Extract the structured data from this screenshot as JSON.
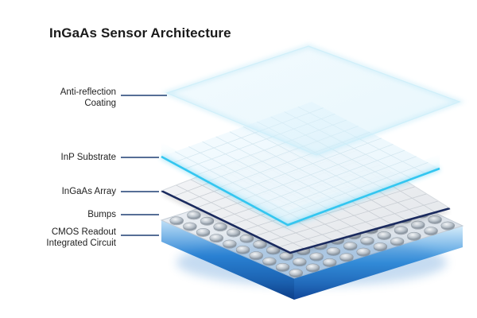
{
  "title": "InGaAs Sensor Architecture",
  "layers": [
    {
      "key": "arc",
      "lines": [
        "Anti-reflection",
        "Coating"
      ]
    },
    {
      "key": "inp",
      "lines": [
        "InP Substrate"
      ]
    },
    {
      "key": "array",
      "lines": [
        "InGaAs Array"
      ]
    },
    {
      "key": "bumps",
      "lines": [
        "Bumps"
      ]
    },
    {
      "key": "cmos",
      "lines": [
        "CMOS Readout",
        "Integrated Circuit"
      ]
    }
  ],
  "colors": {
    "leader_line": "#1e3f73",
    "cyan_glow": "#34c6f0",
    "navy_edge": "#1a2a5e",
    "cmos_blue": "#1e73c8",
    "cmos_dark": "#0d3f8a"
  }
}
